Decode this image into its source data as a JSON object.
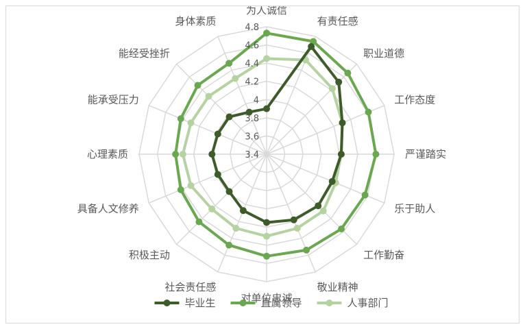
{
  "chart_data": {
    "type": "radar",
    "categories": [
      "为人诚信",
      "有责任感",
      "职业道德",
      "工作态度",
      "严谨踏实",
      "乐于助人",
      "工作勤奋",
      "敬业精神",
      "对单位忠诚",
      "社会责任感",
      "积极主动",
      "具备人文修养",
      "心理素质",
      "能承受压力",
      "能经受挫折",
      "身体素质"
    ],
    "rlim": [
      3.4,
      4.8
    ],
    "ticks": [
      "3.4",
      "3.6",
      "3.8",
      "4",
      "4.2",
      "4.4",
      "4.6",
      "4.8"
    ],
    "grid": true,
    "legend_position": "bottom",
    "series": [
      {
        "name": "毕业生",
        "color": "#3e5b2a",
        "values": [
          3.9,
          4.68,
          4.52,
          4.3,
          4.22,
          4.18,
          4.2,
          4.18,
          4.15,
          4.07,
          3.98,
          3.98,
          4.0,
          3.98,
          3.98,
          3.9
        ]
      },
      {
        "name": "直属领导",
        "color": "#6aa84f",
        "values": [
          4.73,
          4.74,
          4.66,
          4.61,
          4.6,
          4.57,
          4.56,
          4.54,
          4.52,
          4.48,
          4.45,
          4.42,
          4.4,
          4.42,
          4.47,
          4.48
        ]
      },
      {
        "name": "人事部门",
        "color": "#b5d3a1",
        "values": [
          4.45,
          4.52,
          4.42,
          4.3,
          4.22,
          4.22,
          4.28,
          4.28,
          4.3,
          4.28,
          4.25,
          4.3,
          4.32,
          4.3,
          4.3,
          4.3
        ]
      }
    ]
  }
}
